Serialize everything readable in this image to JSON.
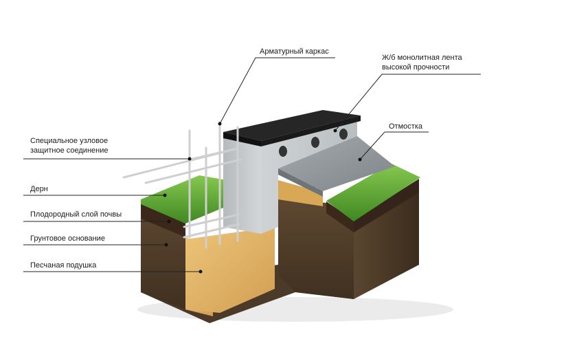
{
  "labels": {
    "rebar_frame": "Арматурный каркас",
    "rc_strip_line1": "Ж/б монолитная лента",
    "rc_strip_line2": "высокой прочности",
    "blind_area": "Отмостка",
    "junction_line1": "Специальное узловое",
    "junction_line2": "защитное соединение",
    "turf": "Дерн",
    "topsoil": "Плодородный слой почвы",
    "subgrade": "Грунтовое основание",
    "sand_cushion": "Песчаная подушка"
  },
  "colors": {
    "soil_dark": "#4e3c26",
    "soil_mid": "#6a5335",
    "topsoil": "#3d2a1a",
    "grass": "#4f9a2c",
    "grass_light": "#7ec04a",
    "sand": "#e0b76a",
    "concrete": "#c8ccce",
    "concrete_side": "#a9adb0",
    "cap": "#2d2d2d",
    "blind_area": "#8f9599",
    "rebar": "#d8d8d8"
  }
}
